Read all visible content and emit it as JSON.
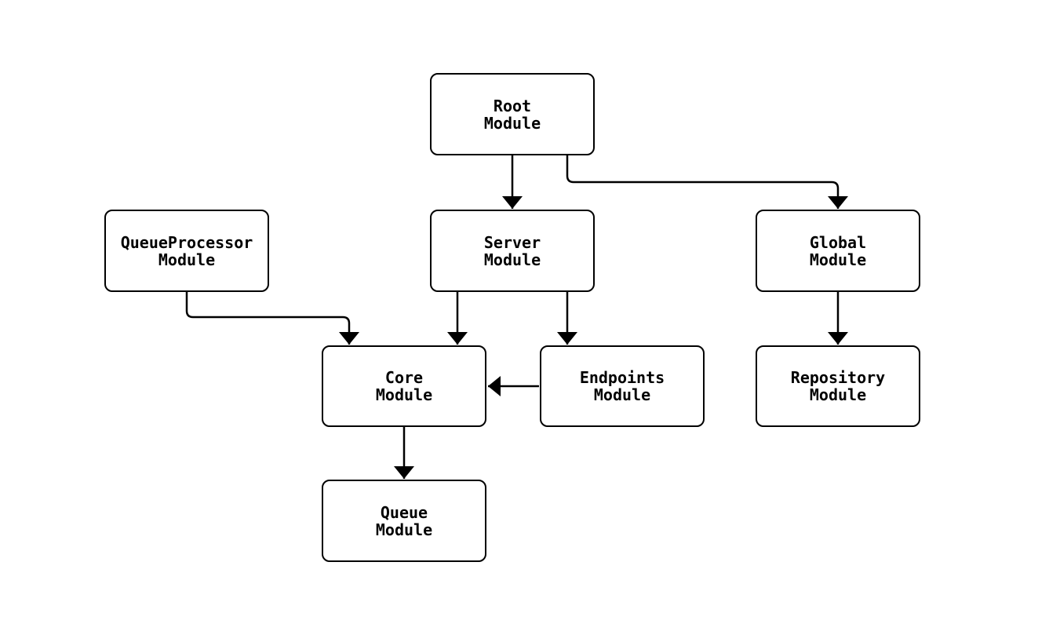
{
  "diagram": {
    "type": "flowchart",
    "direction": "top-down",
    "colors": {
      "background": "#ffffff",
      "node-fill": "#ffffff",
      "node-border": "#000000",
      "text": "#000000",
      "edge": "#000000"
    },
    "nodes": {
      "root": {
        "line1": "Root",
        "line2": "Module"
      },
      "queueprocessor": {
        "line1": "QueueProcessor",
        "line2": "Module"
      },
      "server": {
        "line1": "Server",
        "line2": "Module"
      },
      "global": {
        "line1": "Global",
        "line2": "Module"
      },
      "core": {
        "line1": "Core",
        "line2": "Module"
      },
      "endpoints": {
        "line1": "Endpoints",
        "line2": "Module"
      },
      "repository": {
        "line1": "Repository",
        "line2": "Module"
      },
      "queue": {
        "line1": "Queue",
        "line2": "Module"
      }
    },
    "edges": [
      {
        "from": "root",
        "to": "server"
      },
      {
        "from": "root",
        "to": "global"
      },
      {
        "from": "queueprocessor",
        "to": "core"
      },
      {
        "from": "server",
        "to": "core"
      },
      {
        "from": "server",
        "to": "endpoints"
      },
      {
        "from": "endpoints",
        "to": "core"
      },
      {
        "from": "global",
        "to": "repository"
      },
      {
        "from": "core",
        "to": "queue"
      }
    ]
  }
}
